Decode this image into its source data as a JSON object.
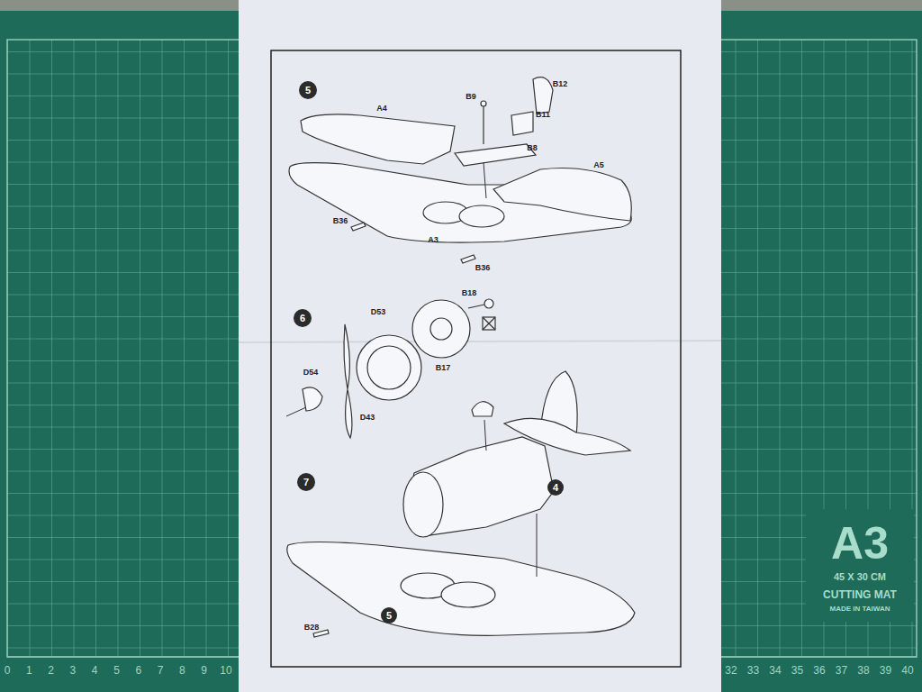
{
  "diagram": {
    "nodes": [
      {
        "text": [
          "5"
        ]
      },
      {
        "text": [
          "6"
        ]
      },
      {
        "text": [
          "7"
        ]
      },
      {
        "text": [
          "4"
        ]
      },
      {
        "text": [
          "5"
        ]
      }
    ],
    "labels": [
      "A4",
      "B9",
      "B12",
      "B11",
      "B8",
      "A5",
      "B36",
      "A3",
      "B36",
      "B18",
      "D53",
      "D54",
      "B17",
      "D43",
      "B28",
      "A3",
      "45 X 30 CM",
      "CUTTING MAT",
      "MADE IN TAIWAN",
      "0",
      "1",
      "2",
      "3",
      "4",
      "5",
      "6",
      "7",
      "8",
      "9",
      "10",
      "32",
      "33",
      "34",
      "35",
      "36",
      "37",
      "38",
      "39",
      "40"
    ]
  }
}
